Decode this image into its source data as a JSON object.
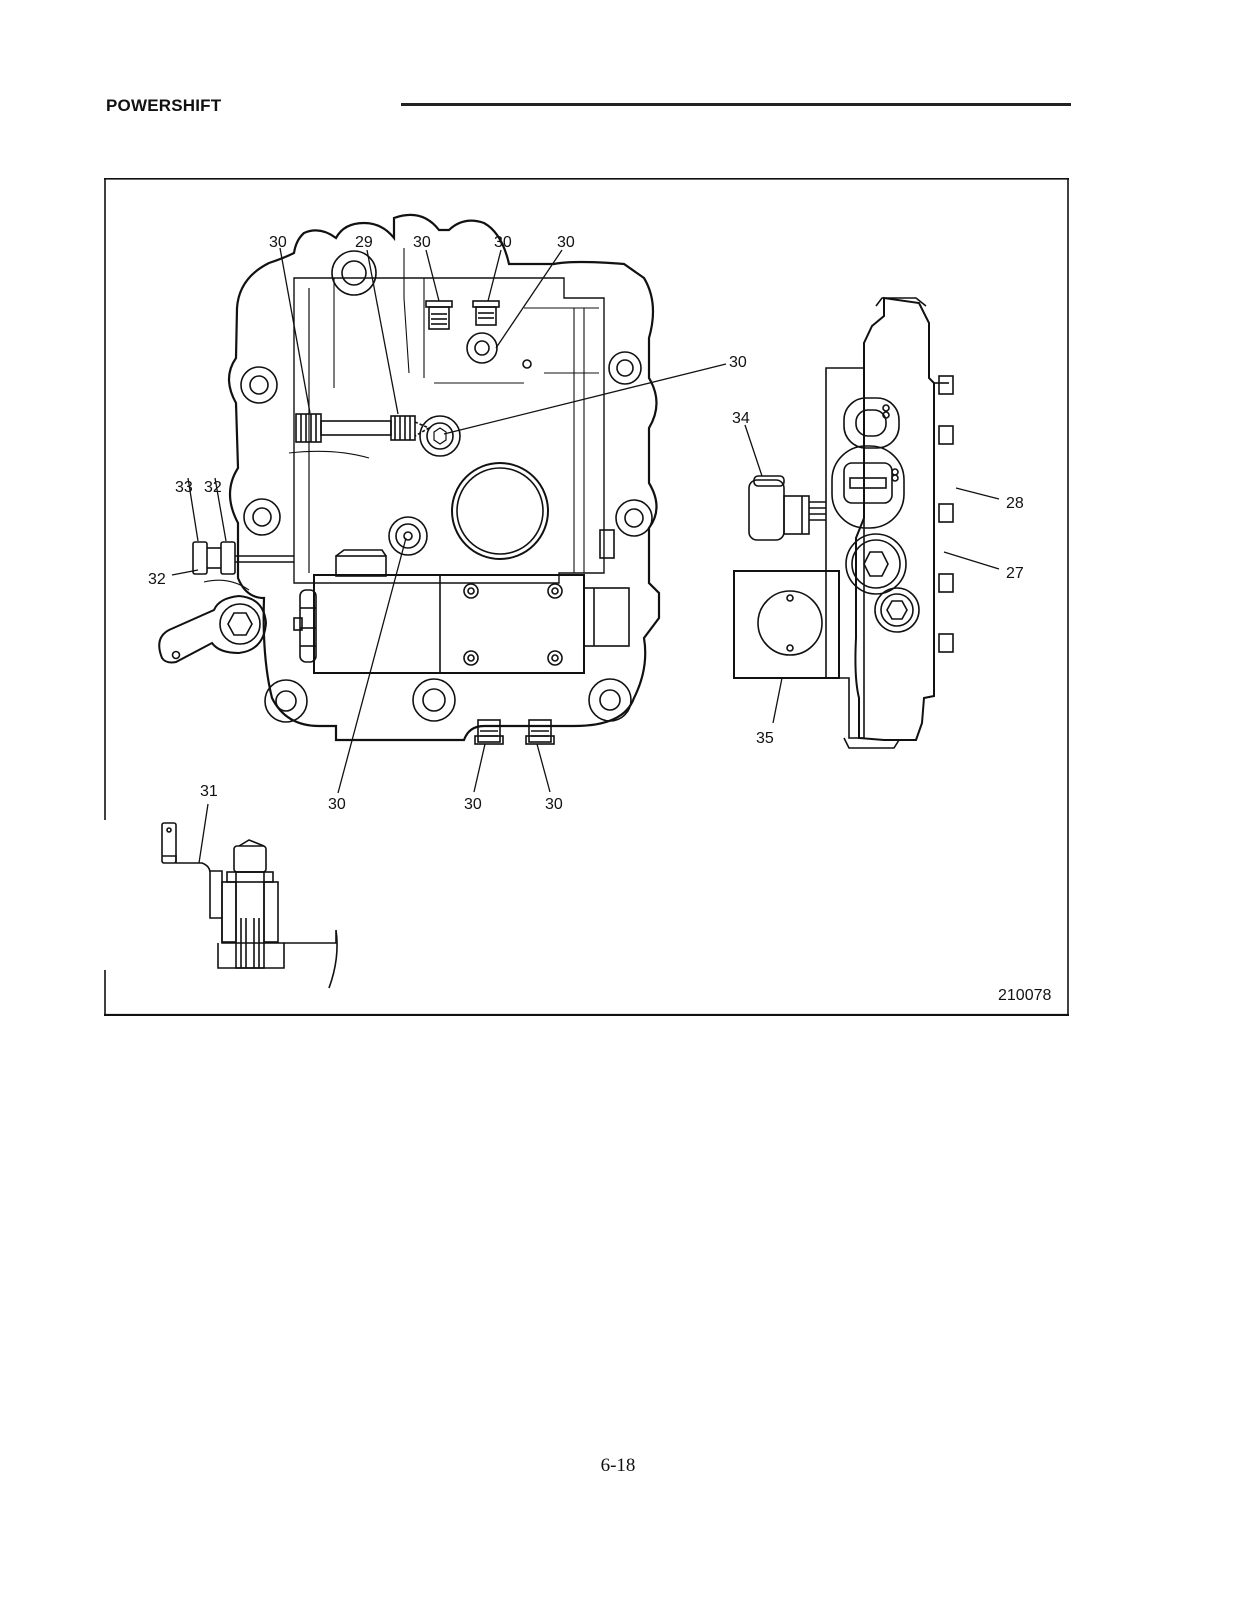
{
  "header": {
    "title": "POWERSHIFT"
  },
  "figure": {
    "figure_id": "210078",
    "callouts": {
      "c30_top_1": "30",
      "c29": "29",
      "c30_top_2": "30",
      "c30_top_3": "30",
      "c30_top_4": "30",
      "c30_right": "30",
      "c34": "34",
      "c33": "33",
      "c32_top": "32",
      "c32_left": "32",
      "c28": "28",
      "c27": "27",
      "c35": "35",
      "c31": "31",
      "c30_bottom_1": "30",
      "c30_bottom_2": "30",
      "c30_bottom_3": "30"
    }
  },
  "footer": {
    "page_number": "6-18"
  }
}
